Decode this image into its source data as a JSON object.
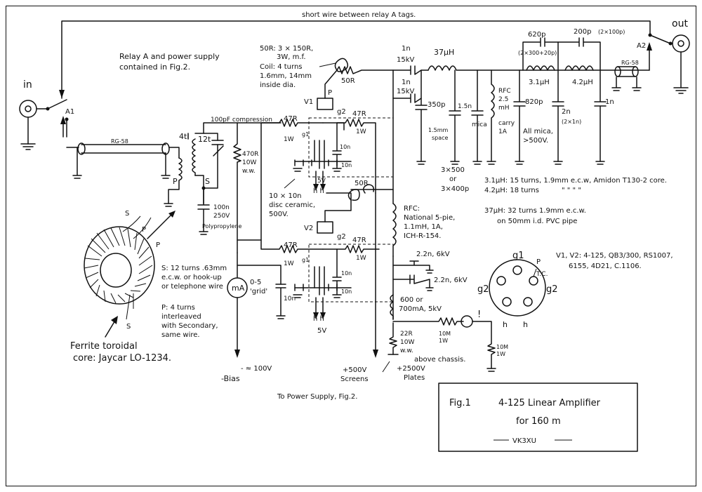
{
  "figure": {
    "fig_label": "Fig.1",
    "title": "4-125 Linear Amplifier",
    "subtitle": "for 160 m",
    "author": "VK3XU"
  },
  "notes": {
    "top_wire": "short wire between relay A tags.",
    "relay_note": [
      "Relay A and power supply",
      "contained in Fig.2."
    ],
    "resistor_note": [
      "50R: 3 × 150R,",
      "3W, m.f.",
      "Coil: 4 turns",
      "1.6mm, 14mm",
      "inside dia."
    ],
    "secondary_note": [
      "S: 12 turns .63mm",
      "e.c.w. or hook-up",
      "or telephone wire"
    ],
    "primary_note": [
      "P: 4 turns",
      "interleaved",
      "with Secondary,",
      "same wire."
    ],
    "toroid_note": [
      "Ferrite toroidal",
      "core: Jaycar LO-1234."
    ],
    "disc_note": [
      "10 × 10n",
      "disc ceramic,",
      "500V."
    ],
    "rfc_note": [
      "RFC:",
      "National 5-pie,",
      "1.1mH, 1A,",
      "ICH-R-154."
    ],
    "coil_31": "3.1μH: 15 turns, 1.9mm e.c.w, Amidon T130-2 core.",
    "coil_42": "4.2μH: 18 turns",
    "coil_42_ditto": "\"      \"      \"      \"",
    "coil_37": [
      "37μH: 32 turns 1.9mm e.c.w.",
      "on 50mm i.d. PVC pipe"
    ],
    "tubes": [
      "V1, V2: 4-125, QB3/300, RS1007,",
      "6155, 4D21, C.1106."
    ],
    "power_supply": "To Power Supply, Fig.2.",
    "above_chassis": "above chassis."
  },
  "labels": {
    "in": "in",
    "out": "out",
    "a1": "A1",
    "a2": "A2",
    "rg58_left": "RG-58",
    "rg58_right": "RG-58",
    "four_t": "4t",
    "twelve_t": "12t",
    "p": "P",
    "s": "S",
    "s_toroid": "S",
    "p_toroid": "P",
    "p_toroid2": "P",
    "s_toroid_bottom": "S",
    "compression": "100pF compression",
    "r470": [
      "470R",
      "10W",
      "w.w."
    ],
    "c100n": [
      "100n",
      "250V",
      "Polypropylene"
    ],
    "r47_top": "47R",
    "r47_top_1w": "1W",
    "g2_top": "g2",
    "r47_g2_top": "47R",
    "r47_g2_top_1w": "1W",
    "g1_top": "g1",
    "c10n_a": "10n",
    "c10n_b": "10n",
    "h_top": "h   h",
    "v5_top": "5V",
    "v1": "V1",
    "v2": "V2",
    "p_v1": "P",
    "r50_top": "50R",
    "r50_mid": "50R",
    "r47_bot": "47R",
    "r47_bot_1w": "1W",
    "g2_bot": "g2",
    "r47_g2_bot": "47R",
    "r47_g2_bot_1w": "1W",
    "g1_bot": "g1",
    "c10n_c": "10n",
    "c10n_d": "10n",
    "h_bot": "h   h",
    "v5_bot": "5V",
    "meter": "mA",
    "meter_range": [
      "0-5",
      "'grid'"
    ],
    "c10n_meter": "10n",
    "bias": "-Bias",
    "v100": "- ≈ 100V",
    "screens": [
      "+500V",
      "Screens"
    ],
    "plates": [
      "+2500V",
      "Plates"
    ],
    "c1n_a": [
      "1n",
      "15kV"
    ],
    "c1n_b": [
      "1n",
      "15kV"
    ],
    "l37": "37μH",
    "c350": "350p",
    "space": [
      "1.5mm",
      "space"
    ],
    "c1n5": [
      "1.5n",
      "mica"
    ],
    "rfc_plate": [
      "RFC",
      "2.5",
      "mH",
      "carry",
      "1A"
    ],
    "c820": "820p",
    "all_mica": [
      "All mica,",
      ">500V."
    ],
    "c3x500": [
      "3×500",
      "or",
      "3×400p"
    ],
    "c620": "620p",
    "c620_detail": "(2×300+20p)",
    "c200": "200p",
    "c200_detail": "(2×100p)",
    "l31": "3.1μH",
    "l42": "4.2μH",
    "c2n": [
      "2n",
      "(2×1n)"
    ],
    "c1n_out": "1n",
    "c22n_a": "2.2n, 6kV",
    "c22n_b": "2.2n, 6kV",
    "rfc600": [
      "600 or",
      "700mA, 5kV"
    ],
    "r22": [
      "22R",
      "10W",
      "w.w."
    ],
    "r10m_a": [
      "10M",
      "1W"
    ],
    "r10m_b": [
      "10M",
      "1W"
    ],
    "neon": "!",
    "pin_g1": "g1",
    "pin_p": "P",
    "pin_tc": "T.C.",
    "pin_g2_left": "g2",
    "pin_g2_right": "g2",
    "pin_h1": "h",
    "pin_h2": "h"
  }
}
